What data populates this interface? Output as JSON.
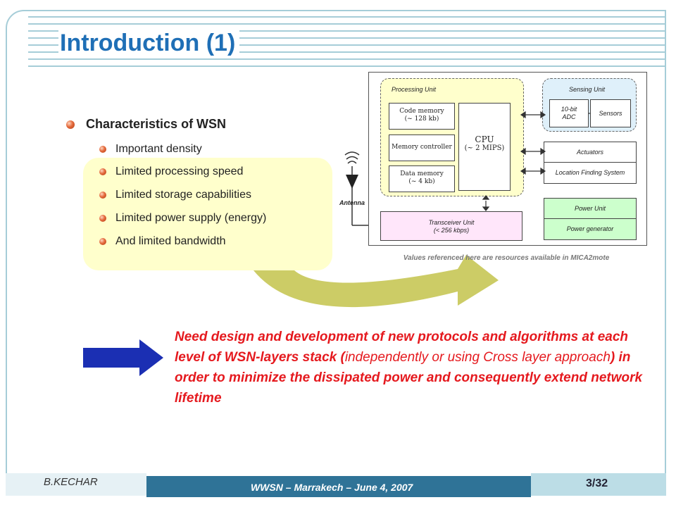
{
  "slide": {
    "title": "Introduction (1)",
    "heading": "Characteristics of WSN",
    "items": [
      "Important density",
      "Limited processing speed",
      "Limited storage capabilities",
      "Limited power supply (energy)",
      "And limited bandwidth"
    ]
  },
  "diagram": {
    "processing_unit": "Processing Unit",
    "code_memory": "Code memory",
    "code_memory_size": "(~ 128 kb)",
    "memory_controller": "Memory controller",
    "data_memory": "Data memory",
    "data_memory_size": "(~ 4 kb)",
    "cpu": "CPU",
    "cpu_speed": "(~ 2 MIPS)",
    "sensing_unit": "Sensing Unit",
    "adc_line1": "10-bit",
    "adc_line2": "ADC",
    "sensors": "Sensors",
    "actuators": "Actuators",
    "location": "Location Finding System",
    "power_unit": "Power Unit",
    "power_generator": "Power generator",
    "transceiver": "Transceiver Unit",
    "transceiver_rate": "(< 256 kbps)",
    "antenna": "Antenna",
    "caption": "Values referenced here are resources available in MICA2mote"
  },
  "conclusion": {
    "part1": "Need design and development of new protocols and algorithms at each level of WSN-layers stack (",
    "part2": "independently or using Cross layer approach",
    "part3": ") in order to minimize the dissipated power and consequently extend network lifetime"
  },
  "footer": {
    "author": "B.KECHAR",
    "event": "WWSN – Marrakech – June 4, 2007",
    "page": "3/32"
  },
  "colors": {
    "title": "#1f6fb6",
    "highlight_text": "#e5191e",
    "panel": "#ffffcc",
    "footer_bar": "#2f7397"
  }
}
